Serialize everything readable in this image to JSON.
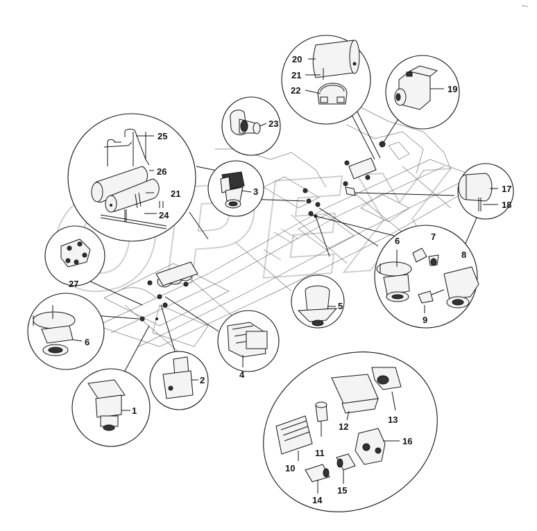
{
  "corner_mark": "~-",
  "watermark": "OPEX",
  "callouts": [
    {
      "id": "c1",
      "label": "1"
    },
    {
      "id": "c2",
      "label": "2"
    },
    {
      "id": "c3",
      "label": "3"
    },
    {
      "id": "c4",
      "label": "4"
    },
    {
      "id": "c5",
      "label": "5"
    },
    {
      "id": "c6a",
      "label": "6"
    },
    {
      "id": "c6b",
      "label": "6"
    },
    {
      "id": "c7",
      "label": "7"
    },
    {
      "id": "c8",
      "label": "8"
    },
    {
      "id": "c9",
      "label": "9"
    },
    {
      "id": "c10",
      "label": "10"
    },
    {
      "id": "c11",
      "label": "11"
    },
    {
      "id": "c12",
      "label": "12"
    },
    {
      "id": "c13",
      "label": "13"
    },
    {
      "id": "c14",
      "label": "14"
    },
    {
      "id": "c15",
      "label": "15"
    },
    {
      "id": "c16",
      "label": "16"
    },
    {
      "id": "c17",
      "label": "17"
    },
    {
      "id": "c18",
      "label": "18"
    },
    {
      "id": "c19",
      "label": "19"
    },
    {
      "id": "c20",
      "label": "20"
    },
    {
      "id": "c21a",
      "label": "21"
    },
    {
      "id": "c21b",
      "label": "21"
    },
    {
      "id": "c22",
      "label": "22"
    },
    {
      "id": "c23",
      "label": "23"
    },
    {
      "id": "c24",
      "label": "24"
    },
    {
      "id": "c25",
      "label": "25"
    },
    {
      "id": "c26",
      "label": "26"
    },
    {
      "id": "c27",
      "label": "27"
    }
  ]
}
